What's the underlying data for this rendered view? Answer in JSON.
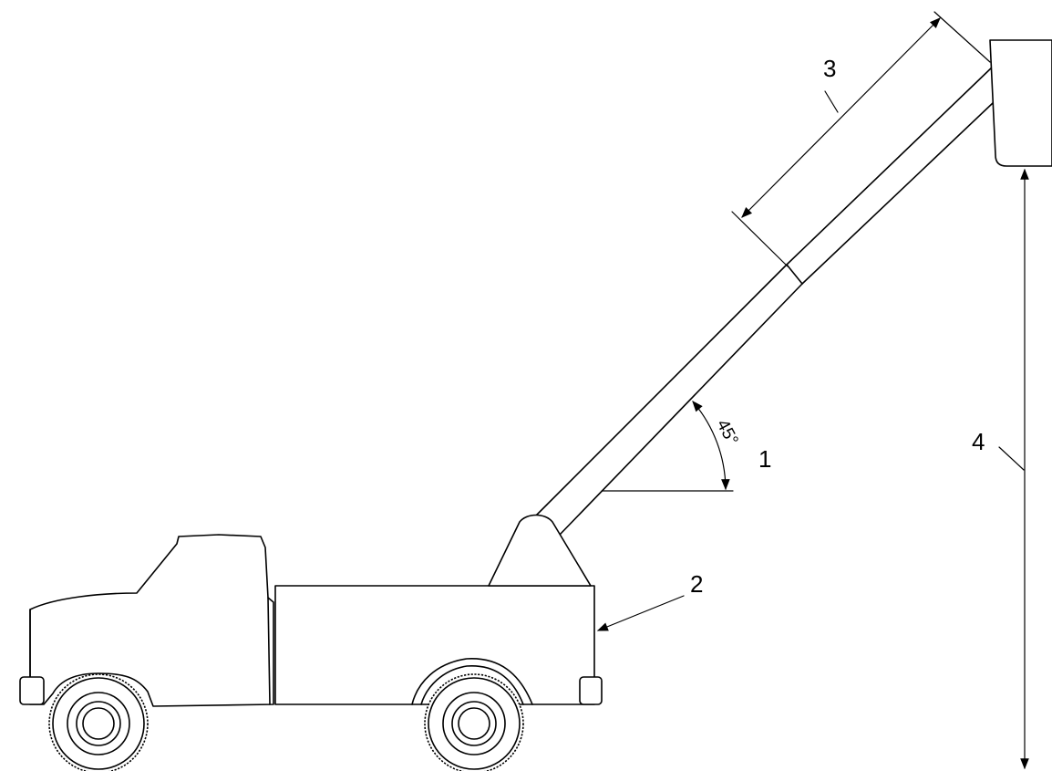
{
  "callouts": {
    "one": "1",
    "two": "2",
    "three": "3",
    "four": "4"
  },
  "boom_angle": "45°"
}
